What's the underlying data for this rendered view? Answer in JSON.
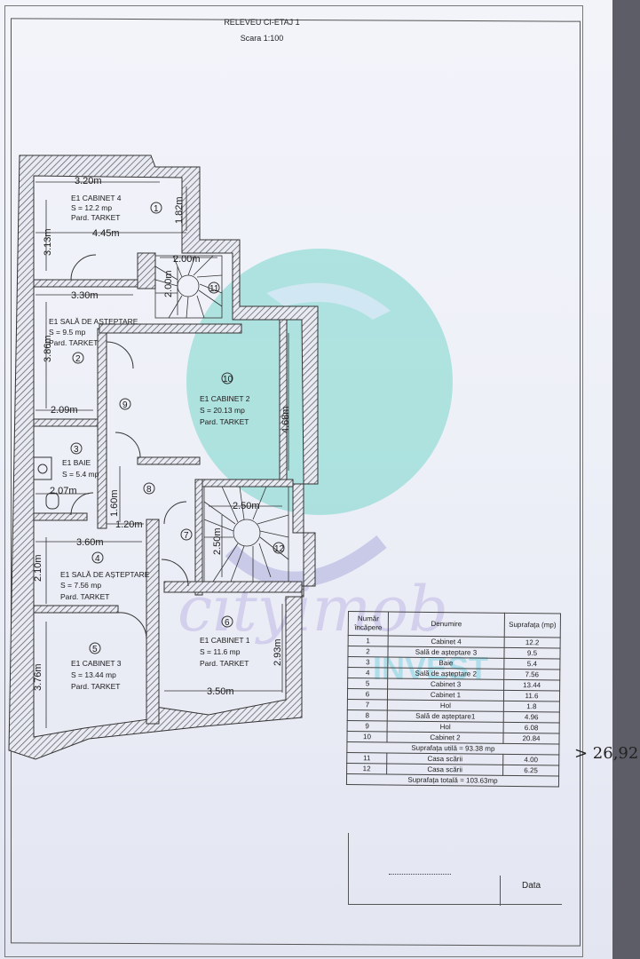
{
  "header": {
    "title": "RELEVEU CI-ETAJ 1",
    "scale": "Scara 1:100"
  },
  "plan": {
    "dims": [
      "3.20m",
      "4.45m",
      "3.30m",
      "2.09m",
      "2.07m",
      "3.60m",
      "1.20m",
      "3.50m",
      "2.50m",
      "2.00m",
      "3.13m",
      "3.86m",
      "2.10m",
      "3.76m",
      "1.82m",
      "4.68m",
      "2.93m",
      "1.60m",
      "2.00m",
      "2.50m"
    ],
    "rooms": [
      {
        "num": "1",
        "name": "E1 CABINET 4",
        "area": "S = 12.2 mp",
        "floor": "Pard. TARKET"
      },
      {
        "num": "2",
        "name": "E1 SALĂ DE AȘTEPTARE",
        "area": "S = 9.5 mp",
        "floor": "Pard. TARKET"
      },
      {
        "num": "3",
        "name": "E1 BAIE",
        "area": "S = 5.4 mp"
      },
      {
        "num": "4",
        "name": "E1 SALĂ DE AȘTEPTARE",
        "area": "S = 7.56 mp",
        "floor": "Pard. TARKET"
      },
      {
        "num": "5",
        "name": "E1 CABINET 3",
        "area": "S = 13.44 mp",
        "floor": "Pard. TARKET"
      },
      {
        "num": "6",
        "name": "E1 CABINET 1",
        "area": "S = 11.6 mp",
        "floor": "Pard. TARKET"
      },
      {
        "num": "7"
      },
      {
        "num": "8"
      },
      {
        "num": "9"
      },
      {
        "num": "10",
        "name": "E1 CABINET 2",
        "area": "S = 20.13 mp",
        "floor": "Pard. TARKET"
      },
      {
        "num": "11"
      },
      {
        "num": "12"
      }
    ]
  },
  "table": {
    "headers": [
      "Număr încăpere",
      "Denumire",
      "Suprafața (mp)"
    ],
    "rows": [
      [
        "1",
        "Cabinet 4",
        "12.2"
      ],
      [
        "2",
        "Sală de așteptare 3",
        "9.5"
      ],
      [
        "3",
        "Baie",
        "5.4"
      ],
      [
        "4",
        "Sală de așteptare 2",
        "7.56"
      ],
      [
        "5",
        "Cabinet 3",
        "13.44"
      ],
      [
        "6",
        "Cabinet 1",
        "11.6"
      ],
      [
        "7",
        "Hol",
        "1.8"
      ],
      [
        "8",
        "Sală de așteptare1",
        "4.96"
      ],
      [
        "9",
        "Hol",
        "6.08"
      ],
      [
        "10",
        "Cabinet 2",
        "20.84"
      ],
      [
        "11",
        "Casa scării",
        "4.00"
      ],
      [
        "12",
        "Casa scării",
        "6.25"
      ]
    ],
    "useful_total": "Suprafața utilă = 93.38 mp",
    "grand_total": "Suprafața totală = 103.63mp"
  },
  "handwritten_note": "> 26,92",
  "footer": {
    "date_label": "Data"
  }
}
